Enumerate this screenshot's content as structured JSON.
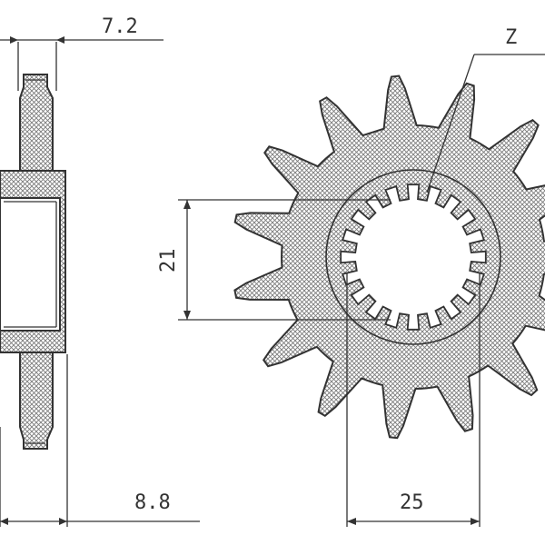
{
  "drawing": {
    "side_view": {
      "width_top_label": "7.2",
      "width_bottom_label": "8.8"
    },
    "front_view": {
      "tooth_label": "Z",
      "bore_label": "21",
      "hub_label": "25",
      "tooth_count": 15,
      "spline_count": 20
    },
    "colors": {
      "ink": "#333333",
      "hatch": "#8a8a8a",
      "paper": "#ffffff"
    }
  }
}
